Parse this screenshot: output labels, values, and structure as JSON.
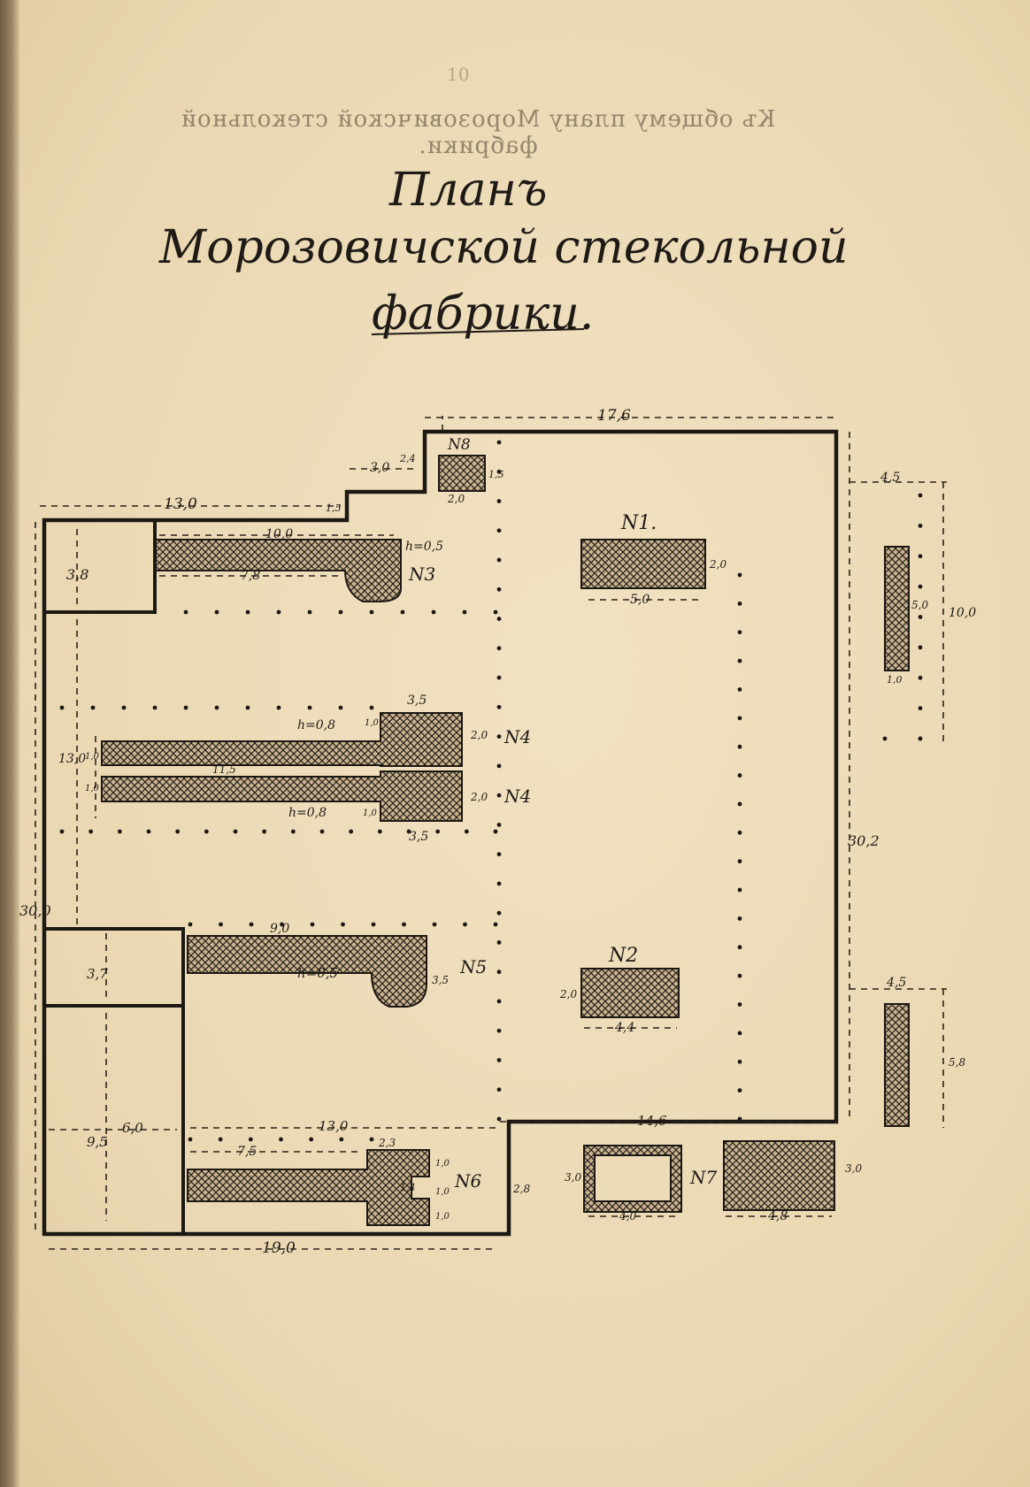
{
  "page_number": "10",
  "running_head": "Къ общему плану Морозовичской стекольной фабрики.",
  "title": {
    "line1": "Планъ",
    "line2": "Морозовичской стекольной",
    "line3": "фабрики."
  },
  "buildings": {
    "n1": "N1.",
    "n2": "N2",
    "n3": "N3",
    "n4a": "N4",
    "n4b": "N4",
    "n5": "N5",
    "n6": "N6",
    "n7": "N7",
    "n8": "N8"
  },
  "heights": {
    "n3": "h=0,5",
    "n4a": "h=0,8",
    "n4b": "h=0,8",
    "n5": "h=0,5"
  },
  "dims": {
    "top_width": "17,6",
    "left_upper": "13,0",
    "notch_w": "3,0",
    "notch_h": "2,4",
    "step_h": "1,5",
    "n8_w": "2,0",
    "n8_h": "1,5",
    "n3_len": "10,0",
    "n3_arm": "7,8",
    "left_room_h": "3,8",
    "n1_w": "5,0",
    "n1_h": "2,0",
    "right_annex_gap": "4,5",
    "right_annex_len": "5,0",
    "right_annex_w": "1,0",
    "right_annex_outer": "10,0",
    "n4_head_w": "3,5",
    "n4_head_h_a": "2,0",
    "n4_head_h_b": "2,0",
    "n4_neck_a": "1,0",
    "n4_neck_b": "1,0",
    "n4_len": "11,5",
    "n4_bar_a": "1,0",
    "n4_bar_b": "1,0",
    "n4_head_w_b": "3,5",
    "left_mid": "13,0",
    "right_side": "30,2",
    "left_side": "30,0",
    "n5_len": "9,0",
    "n5_h": "3,5",
    "left_room2_h": "3,7",
    "n2_w": "4,4",
    "n2_h": "2,0",
    "right_annex2_gap": "4,5",
    "right_annex2_len": "5,8",
    "bottom_room_w": "6,0",
    "bottom_room_h": "9,5",
    "bottom_inner": "13,0",
    "bottom_right": "14,6",
    "n6_arm": "7,5",
    "n6_head_w": "2,3",
    "n6_h1": "1,0",
    "n6_h2": "1,0",
    "n6_h3": "1,0",
    "n6_notch": "1,4",
    "notch_depth": "2,8",
    "n7a_h": "3,0",
    "n7a_w": "4,0",
    "n7_w": "4,8",
    "n7_h": "3,0",
    "bottom_width": "19,0"
  }
}
